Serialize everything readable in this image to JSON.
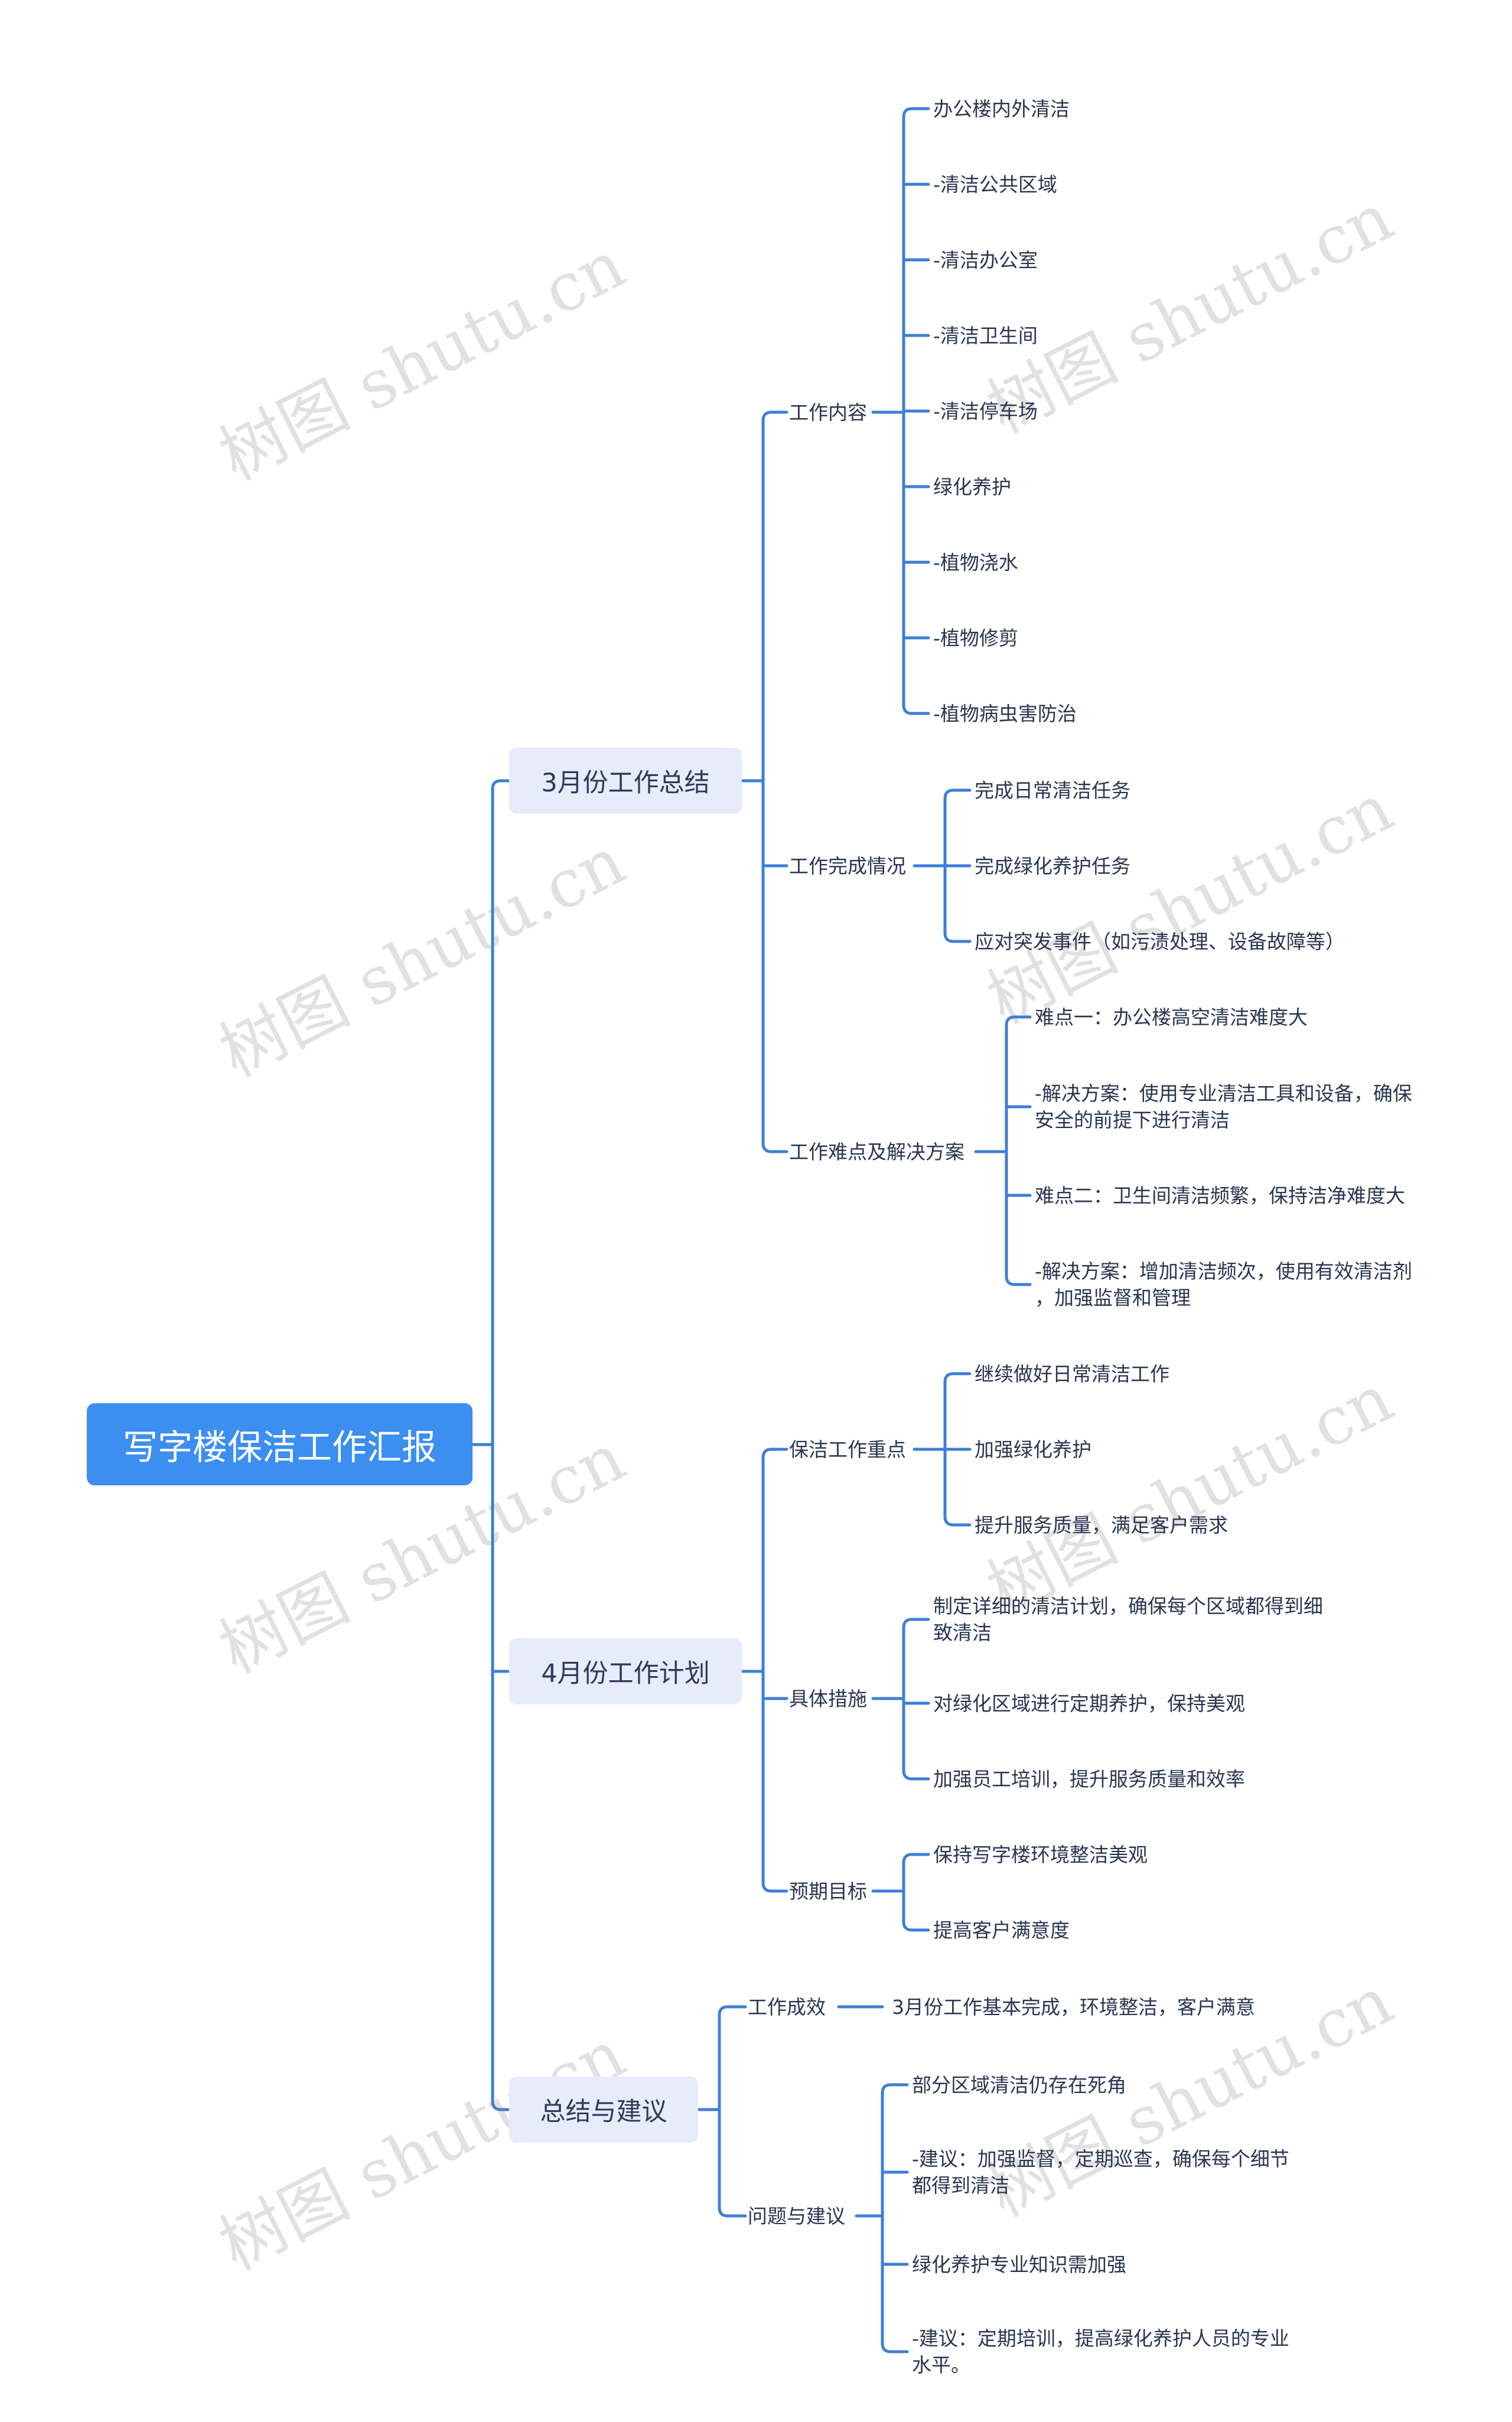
{
  "watermark": "树图 shutu.cn",
  "link_color": "#3d7fd6",
  "root": {
    "label": "写字楼保洁工作汇报",
    "color": "#3c8ef0"
  },
  "branches": [
    {
      "label": "3月份工作总结",
      "groups": [
        {
          "label": "工作内容",
          "items": [
            "办公楼内外清洁",
            "-清洁公共区域",
            "-清洁办公室",
            "-清洁卫生间",
            "-清洁停车场",
            "绿化养护",
            "-植物浇水",
            "-植物修剪",
            "-植物病虫害防治"
          ]
        },
        {
          "label": "工作完成情况",
          "items": [
            "完成日常清洁任务",
            "完成绿化养护任务",
            "应对突发事件（如污渍处理、设备故障等）"
          ]
        },
        {
          "label": "工作难点及解决方案",
          "items": [
            [
              "难点一：办公楼高空清洁难度大"
            ],
            [
              "-解决方案：使用专业清洁工具和设备，确保",
              "安全的前提下进行清洁"
            ],
            [
              "难点二：卫生间清洁频繁，保持洁净难度大"
            ],
            [
              "-解决方案：增加清洁频次，使用有效清洁剂",
              "，加强监督和管理"
            ]
          ]
        }
      ]
    },
    {
      "label": "4月份工作计划",
      "groups": [
        {
          "label": "保洁工作重点",
          "items": [
            "继续做好日常清洁工作",
            "加强绿化养护",
            "提升服务质量，满足客户需求"
          ]
        },
        {
          "label": "具体措施",
          "items": [
            [
              "制定详细的清洁计划，确保每个区域都得到细",
              "致清洁"
            ],
            [
              "对绿化区域进行定期养护，保持美观"
            ],
            [
              "加强员工培训，提升服务质量和效率"
            ]
          ]
        },
        {
          "label": "预期目标",
          "items": [
            "保持写字楼环境整洁美观",
            "提高客户满意度"
          ]
        }
      ]
    },
    {
      "label": "总结与建议",
      "groups": [
        {
          "label": "工作成效",
          "items": [
            "3月份工作基本完成，环境整洁，客户满意"
          ]
        },
        {
          "label": "问题与建议",
          "items": [
            [
              "部分区域清洁仍存在死角"
            ],
            [
              "-建议：加强监督，定期巡查，确保每个细节",
              "都得到清洁"
            ],
            [
              "绿化养护专业知识需加强"
            ],
            [
              "-建议：定期培训，提高绿化养护人员的专业",
              "水平。"
            ]
          ]
        }
      ]
    }
  ]
}
